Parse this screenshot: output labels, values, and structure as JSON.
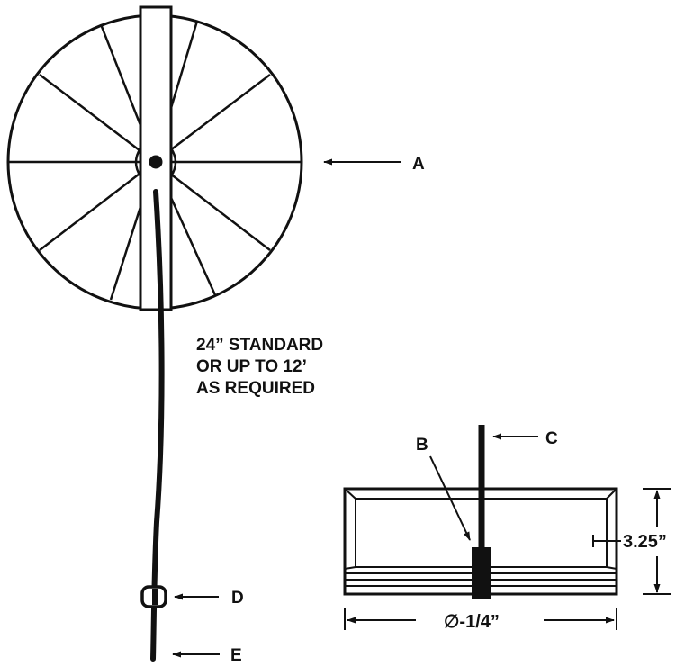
{
  "labels": {
    "a": "A",
    "b": "B",
    "c": "C",
    "d": "D",
    "e": "E"
  },
  "note": {
    "line1": "24” STANDARD",
    "line2": "OR UP TO 12’",
    "line3": "AS REQUIRED"
  },
  "dimensions": {
    "height": "3.25”",
    "diameter": "∅-1/4”"
  },
  "colors": {
    "line": "#111111",
    "background": "#ffffff"
  }
}
